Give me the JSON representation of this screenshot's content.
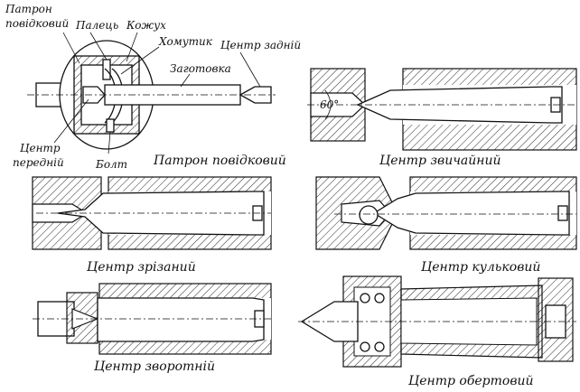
{
  "labels": {
    "patron_povidkovyi": [
      "Патрон",
      "повідковий"
    ],
    "palets": "Палець",
    "kozhukh": "Кожух",
    "khomutyk": "Хомутик",
    "tsentr_zadnii": "Центр задній",
    "zahotovka": "Заготовка",
    "tsentr_perednii": [
      "Центр",
      "передній"
    ],
    "bolt": "Болт",
    "angle": "60°"
  },
  "captions": {
    "patron": "Патрон повідковий",
    "zvychainyi": "Центр звичайний",
    "zrizanyi": "Центр зрізаний",
    "kulkovyi": "Центр кульковий",
    "zvorotnii": "Центр зворотній",
    "obertovyi": "Центр обертовий"
  }
}
